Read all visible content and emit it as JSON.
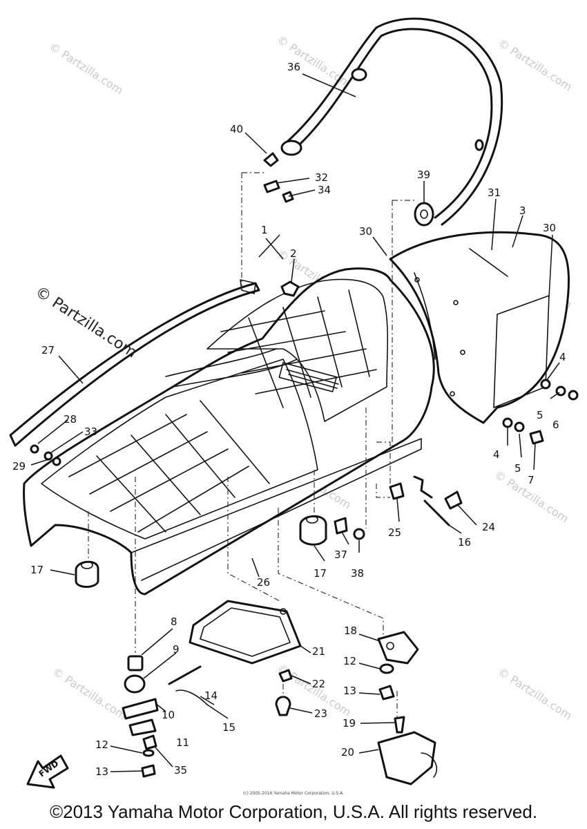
{
  "footer": {
    "copyright": "©2013 Yamaha Motor Corporation, U.S.A. All rights reserved.",
    "small_copyright": "(c) 2005-2016 Yamaha Motor Corporation, U.S.A."
  },
  "watermark": {
    "main": "© Partzilla.com",
    "repeat": "© Partzilla.com"
  },
  "fwd_label": "FWD",
  "callouts": [
    {
      "n": "1"
    },
    {
      "n": "2"
    },
    {
      "n": "3"
    },
    {
      "n": "4"
    },
    {
      "n": "4"
    },
    {
      "n": "5"
    },
    {
      "n": "5"
    },
    {
      "n": "6"
    },
    {
      "n": "7"
    },
    {
      "n": "8"
    },
    {
      "n": "9"
    },
    {
      "n": "10"
    },
    {
      "n": "11"
    },
    {
      "n": "12"
    },
    {
      "n": "12"
    },
    {
      "n": "13"
    },
    {
      "n": "13"
    },
    {
      "n": "14"
    },
    {
      "n": "15"
    },
    {
      "n": "16"
    },
    {
      "n": "17"
    },
    {
      "n": "17"
    },
    {
      "n": "18"
    },
    {
      "n": "19"
    },
    {
      "n": "20"
    },
    {
      "n": "21"
    },
    {
      "n": "22"
    },
    {
      "n": "23"
    },
    {
      "n": "24"
    },
    {
      "n": "25"
    },
    {
      "n": "26"
    },
    {
      "n": "27"
    },
    {
      "n": "28"
    },
    {
      "n": "29"
    },
    {
      "n": "30"
    },
    {
      "n": "30"
    },
    {
      "n": "31"
    },
    {
      "n": "32"
    },
    {
      "n": "33"
    },
    {
      "n": "34"
    },
    {
      "n": "35"
    },
    {
      "n": "36"
    },
    {
      "n": "37"
    },
    {
      "n": "38"
    },
    {
      "n": "39"
    },
    {
      "n": "40"
    }
  ]
}
